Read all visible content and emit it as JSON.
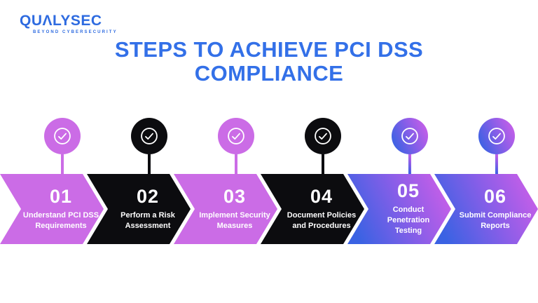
{
  "logo": {
    "text": "QUΛLYSEC",
    "tagline": "BEYOND CYBERSECURITY"
  },
  "title": {
    "line1": "STEPS TO ACHIEVE PCI DSS",
    "line2": "COMPLIANCE"
  },
  "steps": [
    {
      "number": "01",
      "label": "Understand PCI DSS\nRequirements",
      "theme": "purple"
    },
    {
      "number": "02",
      "label": "Perform a Risk\nAssessment",
      "theme": "black"
    },
    {
      "number": "03",
      "label": "Implement Security\nMeasures",
      "theme": "purple"
    },
    {
      "number": "04",
      "label": "Document Policies\nand Procedures",
      "theme": "black"
    },
    {
      "number": "05",
      "label": "Conduct\nPenetration\nTesting",
      "theme": "gradient"
    },
    {
      "number": "06",
      "label": "Submit Compliance\nReports",
      "theme": "gradient"
    }
  ],
  "icons": {
    "step_marker": "check-circle-icon"
  },
  "colors": {
    "purple": "#CB6CE6",
    "black": "#0C0C0F",
    "gradient_start": "#3A62E3",
    "gradient_end": "#D55FE8",
    "title_blue": "#3370E8",
    "logo_blue": "#2E6BE0",
    "check_white": "#FFFFFF"
  }
}
